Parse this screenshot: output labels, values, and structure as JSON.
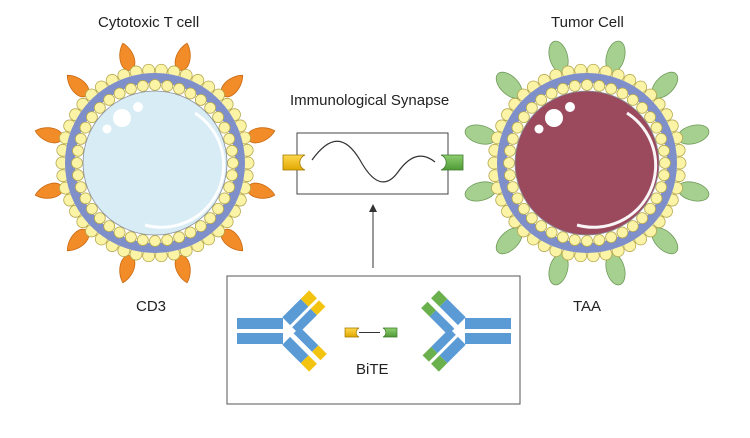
{
  "labels": {
    "t_cell": "Cytotoxic T cell",
    "tumor_cell": "Tumor Cell",
    "synapse": "Immunological Synapse",
    "cd3": "CD3",
    "taa": "TAA",
    "bite": "BiTE"
  },
  "colors": {
    "t_cell_receptor": "#f28c28",
    "tumor_receptor": "#a6d08f",
    "membrane": "#7f8fc9",
    "bead": "#fbf3a6",
    "t_cell_interior": "#d8ecf5",
    "tumor_interior": "#9b4a5e",
    "antibody_blue": "#5b9bd5",
    "yellow_domain": "#f2c40f",
    "green_domain": "#6ab04c"
  }
}
